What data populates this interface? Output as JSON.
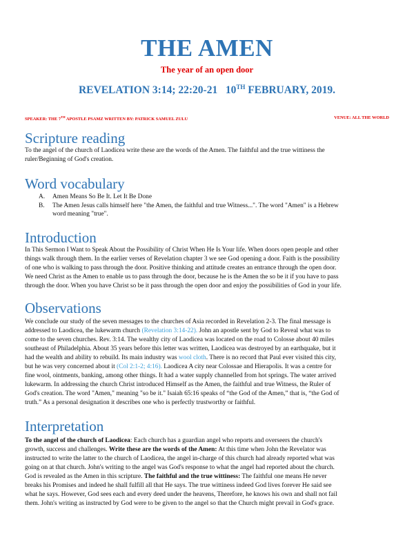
{
  "title": "THE AMEN",
  "subtitle": "The year of an open door",
  "reference": {
    "verses": "REVELATION 3:14; 22:20-21",
    "date_day": "10",
    "date_sup": "TH",
    "date_rest": "FEBRUARY, 2019."
  },
  "meta": {
    "speaker_pre": "SPEAKER: THE 7",
    "speaker_sup": "TH",
    "speaker_post": " APOSTLE PSAMZ WRITTEN BY: PATRICK SAMUEL ZULU",
    "venue": "VENUE: ALL THE WORLD"
  },
  "scripture": {
    "heading": "Scripture reading",
    "lines": [
      "To the angel of the church of Laodicea write these are the words of the Amen. The faithful and the true wittiness the",
      "ruler/Beginning of God's creation."
    ]
  },
  "vocabulary": {
    "heading": "Word vocabulary",
    "items": [
      {
        "marker": "A.",
        "lines": [
          "Amen Means So Be It. Let It Be Done"
        ]
      },
      {
        "marker": "B.",
        "lines": [
          "The Amen Jesus calls himself here \"the Amen, the faithful and true Witness...\". The word \"Amen\" is a Hebrew",
          "word meaning \"true\"."
        ]
      }
    ]
  },
  "introduction": {
    "heading": "Introduction",
    "lines": [
      "In This Sermon I Want to Speak About the Possibility of Christ When He Is Your life. When doors open people and other",
      "things walk through them. In the earlier verses of Revelation chapter 3 we see God opening a door. Faith is the possibility",
      "of one who is walking to pass through the door. Positive thinking and attitude creates an entrance through the open door.",
      "We need Christ as the Amen to enable us to pass through the door, because he is the Amen the so be it if you have to pass",
      "through the door. When you have Christ so be it pass through the open door and enjoy the possibilities of God in your life."
    ]
  },
  "observations": {
    "heading": "Observations",
    "l1": "We conclude our study of the seven messages to the churches of Asia recorded in Revelation 2-3. The final message is",
    "l2a": "addressed to Laodicea, the lukewarm church ",
    "l2ref": "(Revelation 3:14-22).",
    "l2b": " John an apostle sent by God to Reveal what was to",
    "l3": "come to the seven churches. Rev. 3:14. The wealthy city of Laodicea was located on the road to Colosse about 40 miles",
    "l4": "southeast of Philadelphia. About 35 years before this letter was written, Laodicea was destroyed by an earthquake, but it",
    "l5a": "had the wealth and ability to rebuild. Its main industry was ",
    "l5ref": "wool cloth",
    "l5b": ". There is no record that Paul ever visited this city,",
    "l6a": "but he was very concerned about it ",
    "l6ref": "(Col 2:1-2; 4:16).",
    "l6b": " Laodicea A city near Colossae and Hierapolis. It was a centre for",
    "l7": "fine wool, ointments, banking, among other things. It had a water supply channelled from hot springs. The water arrived",
    "l8": "lukewarm. In addressing the church Christ introduced Himself as the Amen, the faithful and true Witness, the Ruler of",
    "l9": "God's creation. The word \"Amen,\" meaning \"so be it.\" Isaiah 65:16 speaks of “the God of the Amen,” that is, “the God of",
    "l10": "truth.” As a personal designation it describes one who is perfectly trustworthy or faithful."
  },
  "interpretation": {
    "heading": "Interpretation",
    "l1b": "To the angel of the church of Laodicea",
    "l1": ": Each church has a guardian angel who reports and overseers the church's",
    "l2a": "growth, success and challenges. ",
    "l2b": "Write these are the words of the Amen:",
    "l2c": " At this time when John the Revelator was",
    "l3": "instructed to write the latter to the church of Laodicea, the angel in-charge of this church had already reported what was",
    "l4": "going on at that church. John's writing to the angel was God's response to what the angel had reported about the church.",
    "l5a": "God is revealed as the Amen in this scripture. ",
    "l5b": "The faithful and the true wittiness:",
    "l5c": " The faithful one means He never",
    "l6": "breaks his Promises and indeed he shall fulfill all that He says. The true wittiness indeed God lives forever He said see",
    "l7": "what he says. However, God sees each and every deed under the heavens, Therefore, he knows his own and shall not fail",
    "l8": "them. John's writing as instructed by God were to be given to the angel so that the Church might prevail in God's grace."
  }
}
